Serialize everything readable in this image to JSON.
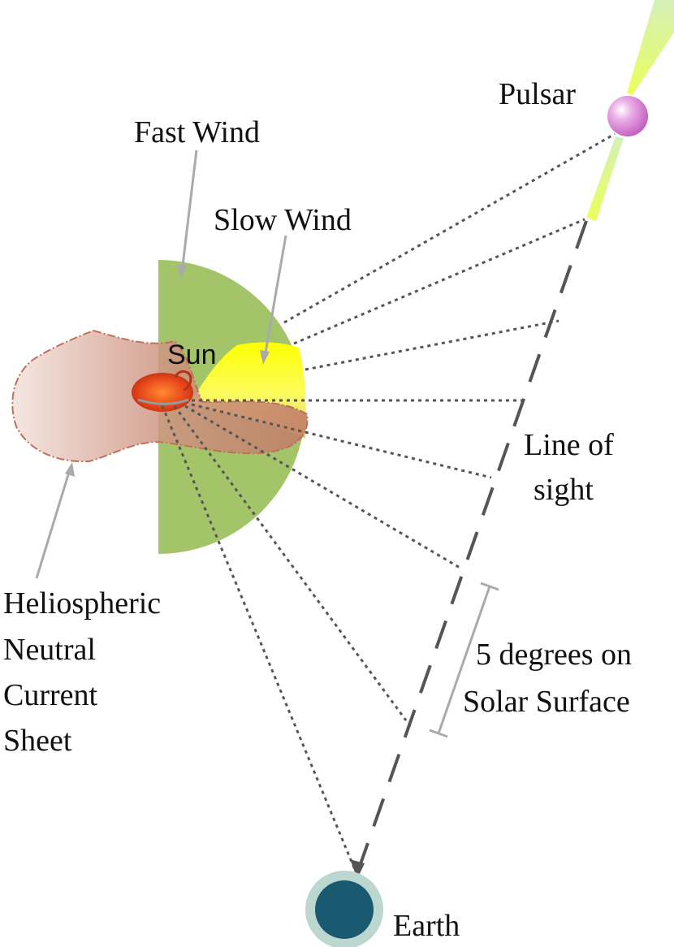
{
  "labels": {
    "pulsar": "Pulsar",
    "fast_wind": "Fast Wind",
    "slow_wind": "Slow Wind",
    "sun": "Sun",
    "line_of_sight_1": "Line of",
    "line_of_sight_2": "sight",
    "degrees_1": "5 degrees on",
    "degrees_2": "Solar Surface",
    "hcs_1": "Heliospheric",
    "hcs_2": "Neutral",
    "hcs_3": "Current",
    "hcs_4": "Sheet",
    "earth": "Earth"
  },
  "colors": {
    "fast_wind": "#a4c46a",
    "slow_wind": "#ffff00",
    "sun": "#e8481a",
    "current_sheet": "#c98a76",
    "pulsar": "#d77fd0",
    "earth": "#1a5a70",
    "earth_halo": "#bcd6d0",
    "pulsar_beam": "#e8ff70"
  }
}
